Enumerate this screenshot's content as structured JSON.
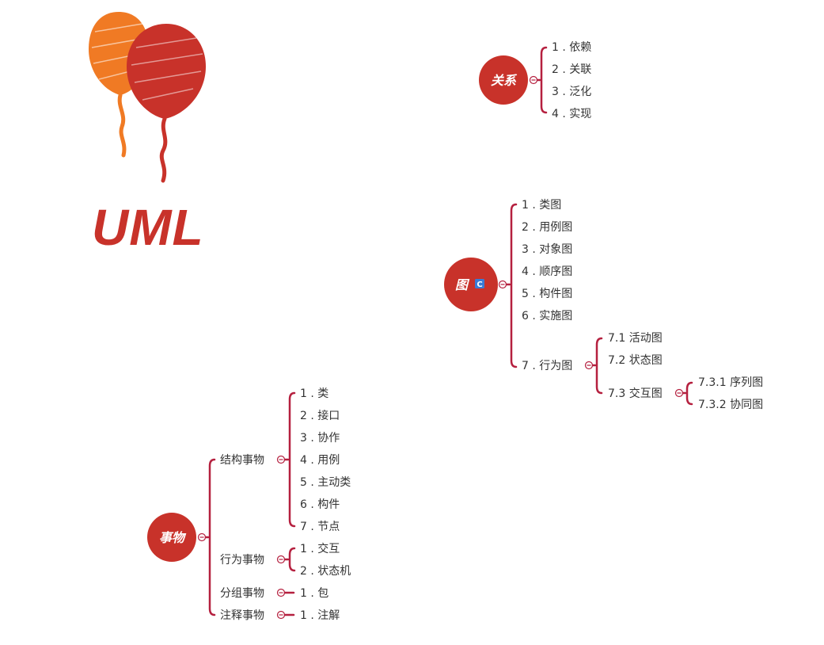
{
  "logo": {
    "text": "UML",
    "colors": {
      "orange": "#f07a24",
      "red": "#c8322a"
    }
  },
  "colors": {
    "branch": "#b5203f",
    "root": "#c8322a",
    "text": "#333333",
    "badge": "#3a7bd5"
  },
  "roots": {
    "relations": {
      "label": "关系",
      "items": [
        "1 . 依赖",
        "2 . 关联",
        "3 . 泛化",
        "4 . 实现"
      ]
    },
    "diagrams": {
      "label": "图",
      "badge": "C",
      "items": [
        "1 . 类图",
        "2 . 用例图",
        "3 . 对象图",
        "4 . 顺序图",
        "5 . 构件图",
        "6 . 实施图",
        "7 . 行为图"
      ],
      "behavior": {
        "items": [
          "7.1  活动图",
          "7.2  状态图",
          "7.3  交互图"
        ],
        "interaction": {
          "items": [
            "7.3.1  序列图",
            "7.3.2  协同图"
          ]
        }
      }
    },
    "things": {
      "label": "事物",
      "groups": [
        {
          "label": "结构事物",
          "items": [
            "1 . 类",
            "2 . 接口",
            "3 . 协作",
            "4 . 用例",
            "5 . 主动类",
            "6 . 构件",
            "7 . 节点"
          ]
        },
        {
          "label": "行为事物",
          "items": [
            "1 . 交互",
            "2 . 状态机"
          ]
        },
        {
          "label": "分组事物",
          "items": [
            "1 . 包"
          ]
        },
        {
          "label": "注释事物",
          "items": [
            "1 . 注解"
          ]
        }
      ]
    }
  }
}
